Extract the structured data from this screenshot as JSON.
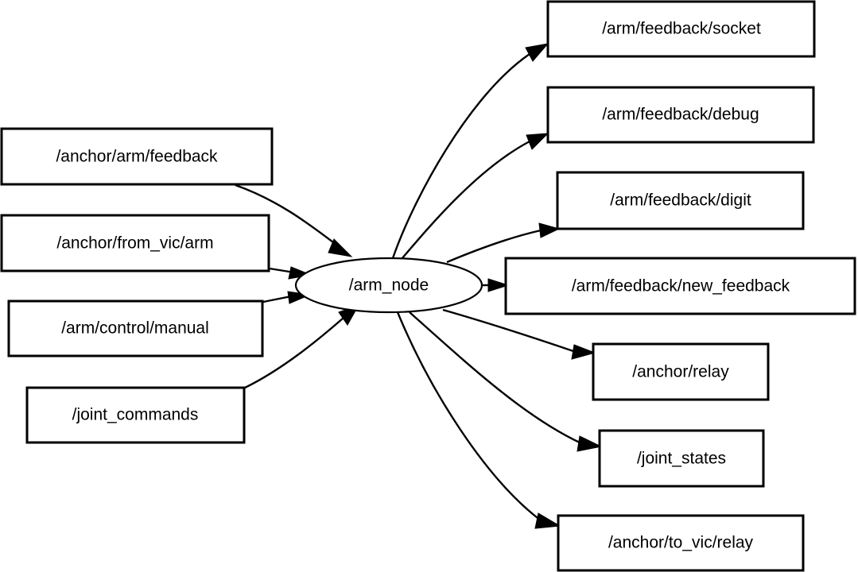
{
  "diagram": {
    "type": "ros-node-graph",
    "background_color": "#ffffff",
    "stroke_color": "#000000",
    "center_node": {
      "id": "arm_node",
      "label": "/arm_node",
      "shape": "ellipse"
    },
    "inputs": [
      {
        "id": "anchor-arm-feedback",
        "label": "/anchor/arm/feedback"
      },
      {
        "id": "anchor-from-vic-arm",
        "label": "/anchor/from_vic/arm"
      },
      {
        "id": "arm-control-manual",
        "label": "/arm/control/manual"
      },
      {
        "id": "joint-commands",
        "label": "/joint_commands"
      }
    ],
    "outputs": [
      {
        "id": "arm-feedback-socket",
        "label": "/arm/feedback/socket"
      },
      {
        "id": "arm-feedback-debug",
        "label": "/arm/feedback/debug"
      },
      {
        "id": "arm-feedback-digit",
        "label": "/arm/feedback/digit"
      },
      {
        "id": "arm-feedback-new-feedback",
        "label": "/arm/feedback/new_feedback"
      },
      {
        "id": "anchor-relay",
        "label": "/anchor/relay"
      },
      {
        "id": "joint-states",
        "label": "/joint_states"
      },
      {
        "id": "anchor-to-vic-relay",
        "label": "/anchor/to_vic/relay"
      }
    ],
    "edges": [
      {
        "from": "/anchor/arm/feedback",
        "to": "/arm_node",
        "direction": "in"
      },
      {
        "from": "/anchor/from_vic/arm",
        "to": "/arm_node",
        "direction": "in"
      },
      {
        "from": "/arm/control/manual",
        "to": "/arm_node",
        "direction": "in"
      },
      {
        "from": "/joint_commands",
        "to": "/arm_node",
        "direction": "in"
      },
      {
        "from": "/arm_node",
        "to": "/arm/feedback/socket",
        "direction": "out"
      },
      {
        "from": "/arm_node",
        "to": "/arm/feedback/debug",
        "direction": "out"
      },
      {
        "from": "/arm_node",
        "to": "/arm/feedback/digit",
        "direction": "out"
      },
      {
        "from": "/arm_node",
        "to": "/arm/feedback/new_feedback",
        "direction": "out"
      },
      {
        "from": "/arm_node",
        "to": "/anchor/relay",
        "direction": "out"
      },
      {
        "from": "/arm_node",
        "to": "/joint_states",
        "direction": "out"
      },
      {
        "from": "/arm_node",
        "to": "/anchor/to_vic/relay",
        "direction": "out"
      }
    ]
  }
}
